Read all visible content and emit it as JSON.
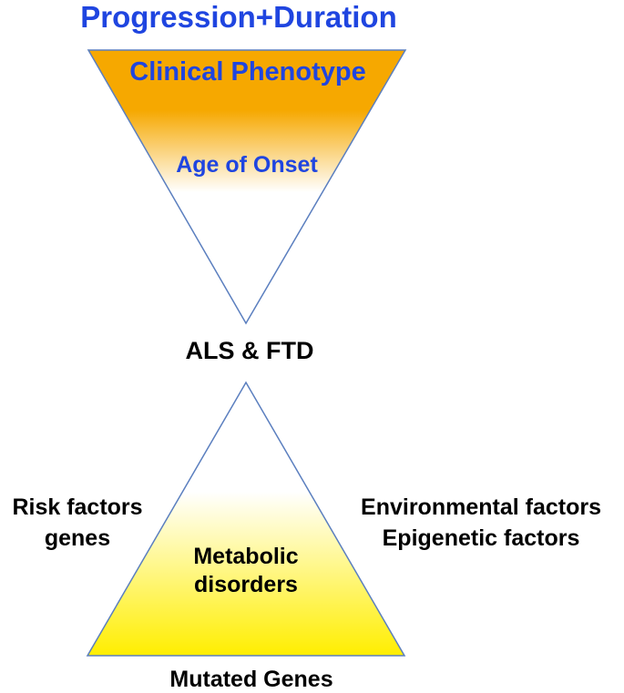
{
  "title": "Progression+Duration",
  "top_triangle": {
    "upper_label": "Clinical Phenotype",
    "lower_label": "Age of Onset",
    "fill_color_top": "#f6a800",
    "fill_color_fade": "#ffffff"
  },
  "center_label": "ALS & FTD",
  "bottom_triangle": {
    "inner_lines": [
      "Metabolic",
      "disorders"
    ],
    "fill_color_bottom": "#ffee00",
    "fill_color_fade": "#ffffff"
  },
  "left_side": {
    "lines": [
      "Risk factors",
      "genes"
    ]
  },
  "right_side": {
    "lines": [
      "Environmental factors",
      "Epigenetic factors"
    ]
  },
  "bottom_label": "Mutated Genes",
  "colors": {
    "heading_text": "#1f45e0",
    "body_text": "#000000",
    "triangle_stroke": "#5b7fbf"
  }
}
